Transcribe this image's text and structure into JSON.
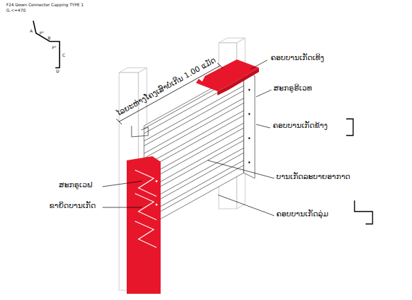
{
  "diagram": {
    "title": "F24   Down Connector Capping TYPE 1",
    "labels": [
      "G.<=470",
      "A",
      "P°",
      "B",
      "P°",
      "C",
      "D",
      "ໄລຍະຫ່າງໂຄງເສົາບໍ່ເກີນ 1.00 ແມັດ",
      "ຄອບບານເກັດເທິງ",
      "ສະກຣູຣີເວທ",
      "ຄອບບານເກັດຂ້າງ",
      "ບານເກັດລະບາຍອາກາດ",
      "ຄອບບານເກັດລຸ່ມ",
      "ສະກຣູເວຟ",
      "ຂາຍຶດບານເກັດ"
    ]
  }
}
